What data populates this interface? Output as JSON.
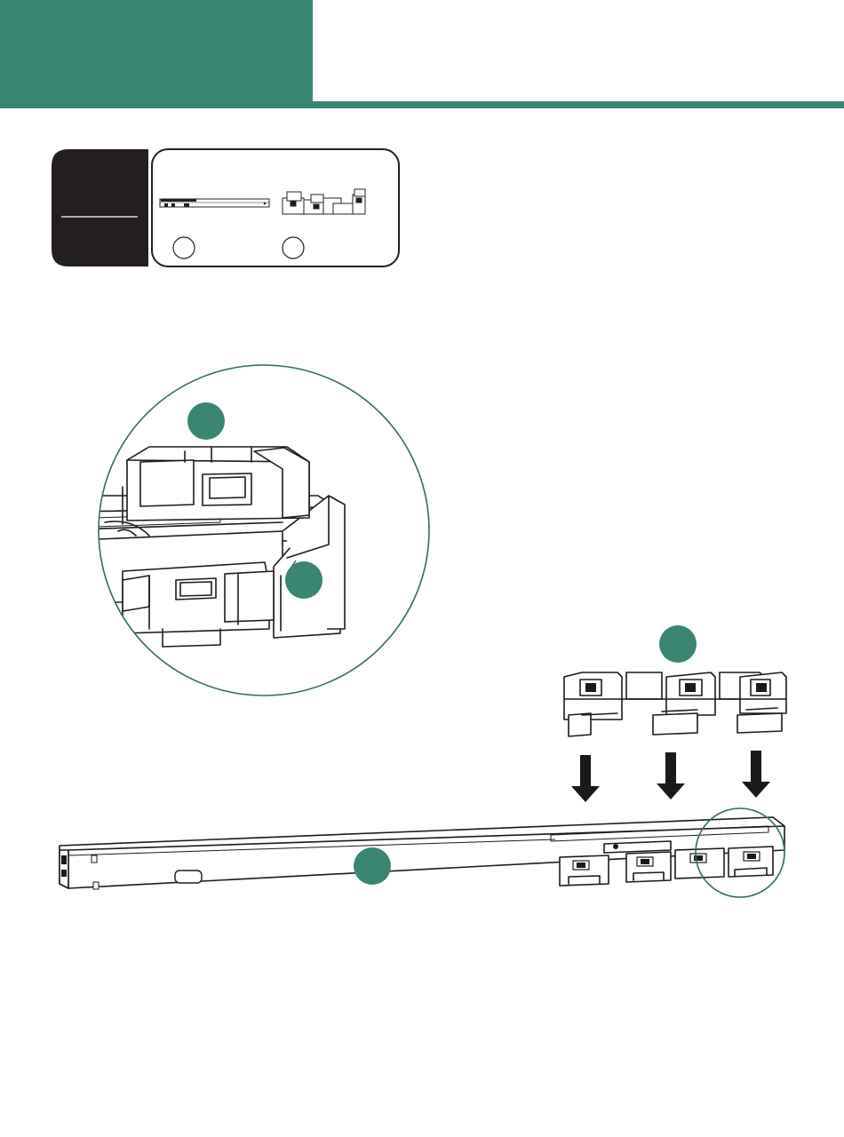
{
  "colors": {
    "accent": "#3a8572",
    "panel_dark": "#231f20",
    "line": "#1a1a1a",
    "background": "#ffffff"
  },
  "header": {
    "block_color": "#3a8572",
    "rule_color": "#3a8572"
  },
  "parts": {
    "items": [
      {
        "icon": "rail-icon"
      },
      {
        "icon": "bracket-clip-icon"
      }
    ]
  },
  "callouts": {
    "detail_bracket": {
      "icon": "callout-badge"
    },
    "detail_rail": {
      "icon": "callout-badge"
    },
    "bracket": {
      "icon": "callout-badge"
    },
    "rail": {
      "icon": "callout-badge"
    }
  },
  "arrows": {
    "count": 3,
    "icon": "arrow-down-icon"
  }
}
